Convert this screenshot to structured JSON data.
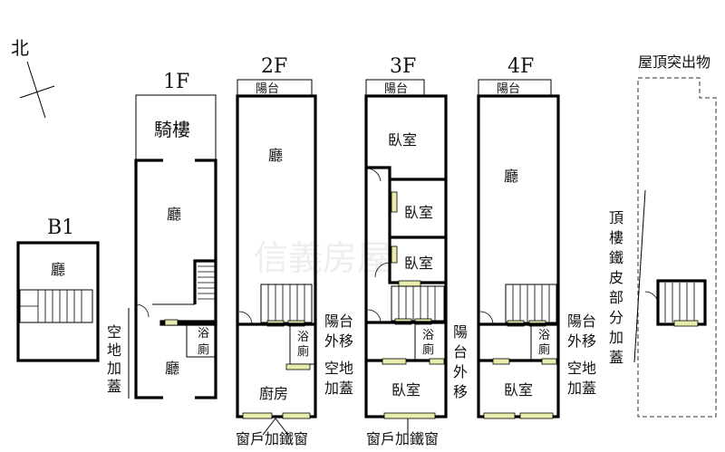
{
  "compass": {
    "north": "北"
  },
  "floors": {
    "b1": {
      "title": "B1",
      "hall": "廳"
    },
    "f1": {
      "title": "1F",
      "arcade": "騎樓",
      "hall_upper": "廳",
      "hall_lower": "廳",
      "bath_1": "浴",
      "bath_2": "廁",
      "note": [
        "空",
        "地",
        "加",
        "蓋"
      ]
    },
    "f2": {
      "title": "2F",
      "balcony": "陽台",
      "hall": "廳",
      "bath_1": "浴",
      "bath_2": "廁",
      "kitchen": "廚房",
      "note_a": [
        "陽台",
        "外移"
      ],
      "note_b": [
        "空地",
        "加蓋"
      ]
    },
    "f3": {
      "title": "3F",
      "balcony": "陽台",
      "bedroom_1": "臥室",
      "bedroom_2": "臥室",
      "bedroom_3": "臥室",
      "bedroom_4": "臥室",
      "bath_1": "浴",
      "bath_2": "廁",
      "note": [
        "陽",
        "台",
        "外",
        "移"
      ]
    },
    "f4": {
      "title": "4F",
      "balcony": "陽台",
      "hall": "廳",
      "bath_1": "浴",
      "bath_2": "廁",
      "bedroom": "臥室",
      "note_a": [
        "陽台",
        "外移"
      ],
      "note_b": [
        "空地",
        "加蓋"
      ]
    },
    "roof": {
      "title": "屋頂突出物",
      "note": [
        "頂",
        "樓",
        "鐵",
        "皮",
        "部",
        "分",
        "加",
        "蓋"
      ]
    }
  },
  "window_notes": [
    "窗戶加鐵窗",
    "窗戶加鐵窗"
  ],
  "watermark": "信義房屋"
}
